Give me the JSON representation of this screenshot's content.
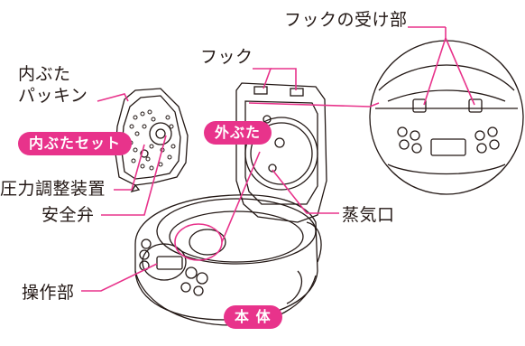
{
  "labels": {
    "hook_receiver": "フックの受け部",
    "hook": "フック",
    "inner_lid_line1": "内ぶた",
    "inner_lid_line2": "パッキン",
    "pressure_device": "圧力調整装置",
    "safety_valve": "安全弁",
    "steam_vent": "蒸気口",
    "control_panel": "操作部"
  },
  "tags": {
    "inner_lid_set": "内ぶたセット",
    "outer_lid": "外ぶた",
    "body": "本 体"
  },
  "colors": {
    "accent": "#e8338b",
    "line": "#231815"
  }
}
